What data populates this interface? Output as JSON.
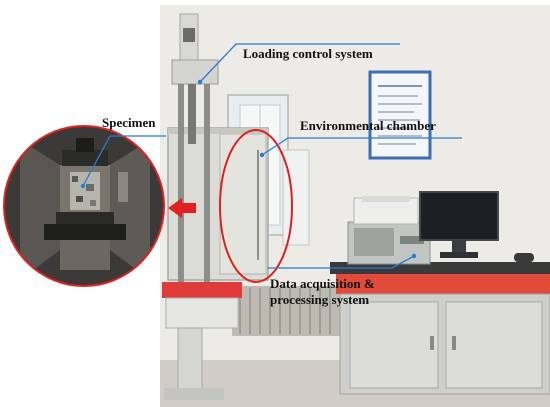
{
  "labels": {
    "loading_control": "Loading control system",
    "environmental_chamber": "Environmental chamber",
    "specimen": "Specimen",
    "data_acq_line1": "Data acquisition &",
    "data_acq_line2": "processing system"
  },
  "colors": {
    "callout_line": "#2a7bd4",
    "highlight_ellipse": "#e02020",
    "inset_ring": "#e02020",
    "arrow": "#e02020",
    "wall": "#ecebe6",
    "floor": "#d8d6d0",
    "chamber_body": "#d9d9d4",
    "cabinet": "#c8c9c6"
  }
}
